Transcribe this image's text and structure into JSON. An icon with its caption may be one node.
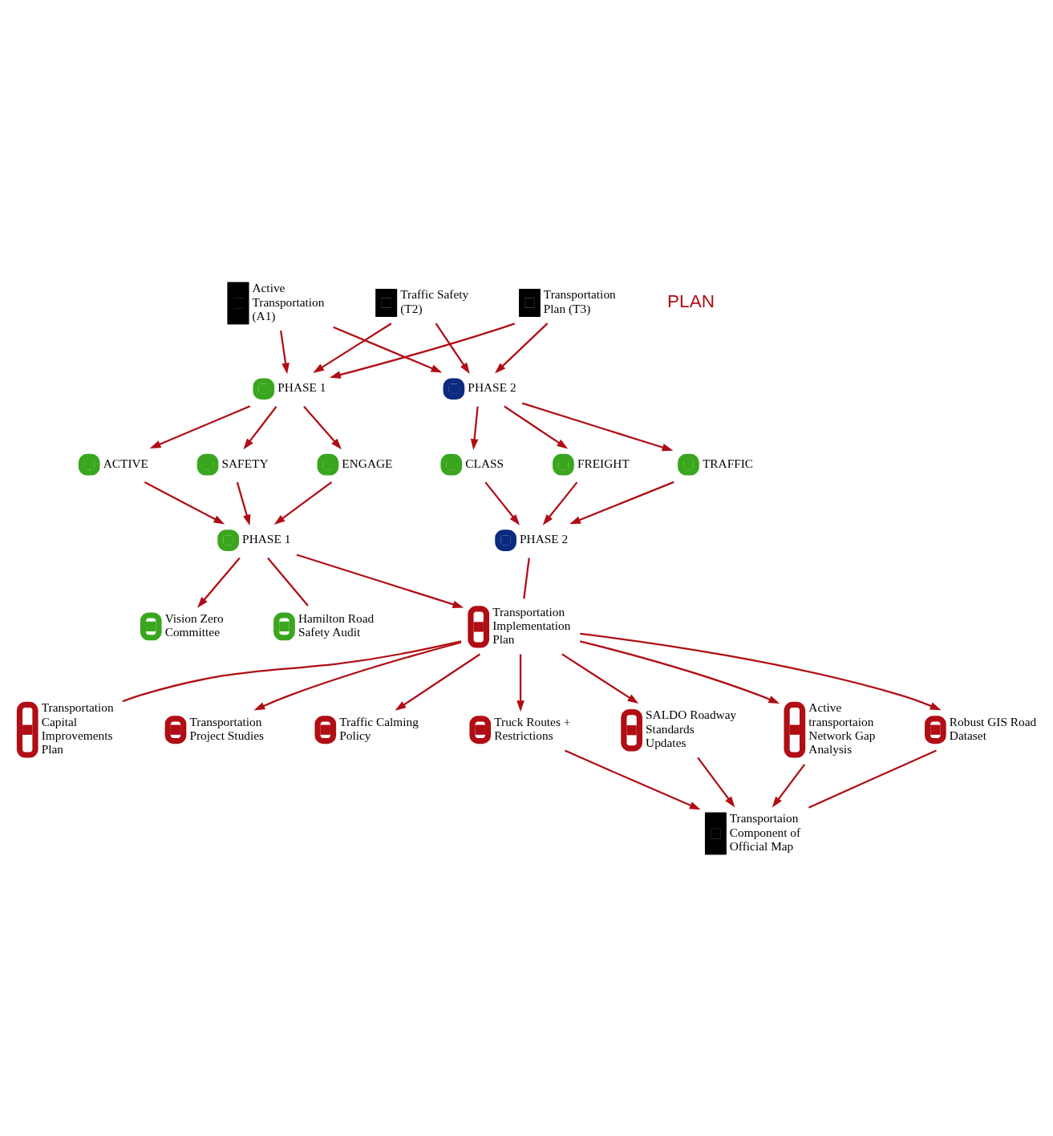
{
  "diagram": {
    "nodes": [
      {
        "text": [
          "Active Transportation (A1)"
        ]
      },
      {
        "text": [
          "Traffic Safety (T2)"
        ]
      },
      {
        "text": [
          "Transportation Plan (T3)"
        ]
      },
      {
        "text": [
          "PHASE 1"
        ]
      },
      {
        "text": [
          "ACTIVE"
        ]
      },
      {
        "text": [
          "SAFETY"
        ]
      },
      {
        "text": [
          "ENGAGE"
        ]
      },
      {
        "text": [
          "PHASE 1"
        ]
      },
      {
        "text": [
          "Hamilton Road Safety Audit"
        ]
      },
      {
        "text": [
          "Vision Zero Committee"
        ]
      },
      {
        "text": [
          "PHASE 2"
        ]
      },
      {
        "text": [
          "CLASS"
        ]
      },
      {
        "text": [
          "FREIGHT"
        ]
      },
      {
        "text": [
          "TRAFFIC"
        ]
      },
      {
        "text": [
          "PHASE 2"
        ]
      },
      {
        "text": [
          "Transportation Implementation Plan"
        ]
      },
      {
        "text": [
          "Transportation Capital Improvements Plan"
        ]
      },
      {
        "text": [
          "Transportation Project Studies"
        ]
      },
      {
        "text": [
          "Traffic Calming Policy"
        ]
      },
      {
        "text": [
          "Robust GIS Road Dataset"
        ]
      },
      {
        "text": [
          "Truck Routes + Restrictions"
        ]
      },
      {
        "text": [
          "SALDO Roadway Standards Updates"
        ]
      },
      {
        "text": [
          "Active transportaion Network Gap Analysis"
        ]
      },
      {
        "text": [
          "Transportaion Component of Official Map"
        ]
      }
    ],
    "edges": [
      {
        "from": 0,
        "to": 3,
        "arrow": "to"
      },
      {
        "from": 1,
        "to": 3,
        "arrow": "to"
      },
      {
        "from": 2,
        "to": 3,
        "arrow": "to"
      },
      {
        "from": 0,
        "to": 10,
        "arrow": "to"
      },
      {
        "from": 1,
        "to": 10,
        "arrow": "to"
      },
      {
        "from": 2,
        "to": 10,
        "arrow": "to"
      },
      {
        "from": 3,
        "to": 4,
        "arrow": "to"
      },
      {
        "from": 3,
        "to": 5,
        "arrow": "to"
      },
      {
        "from": 3,
        "to": 6,
        "arrow": "to"
      },
      {
        "from": 4,
        "to": 7,
        "arrow": "to"
      },
      {
        "from": 5,
        "to": 7,
        "arrow": "to"
      },
      {
        "from": 6,
        "to": 7,
        "arrow": "to"
      },
      {
        "from": 7,
        "to": 8,
        "arrow": "none"
      },
      {
        "from": 7,
        "to": 9,
        "arrow": "to"
      },
      {
        "from": 7,
        "to": 15,
        "arrow": "to"
      },
      {
        "from": 10,
        "to": 11,
        "arrow": "to"
      },
      {
        "from": 10,
        "to": 12,
        "arrow": "to"
      },
      {
        "from": 10,
        "to": 13,
        "arrow": "to"
      },
      {
        "from": 11,
        "to": 14,
        "arrow": "to"
      },
      {
        "from": 12,
        "to": 14,
        "arrow": "to"
      },
      {
        "from": 13,
        "to": 14,
        "arrow": "to"
      },
      {
        "from": 14,
        "to": 15,
        "arrow": "none"
      },
      {
        "from": 15,
        "to": 16,
        "arrow": "none"
      },
      {
        "from": 15,
        "to": 17,
        "arrow": "to"
      },
      {
        "from": 15,
        "to": 18,
        "arrow": "to"
      },
      {
        "from": 15,
        "to": 19,
        "arrow": "to"
      },
      {
        "from": 15,
        "to": 20,
        "arrow": "to"
      },
      {
        "from": 15,
        "to": 21,
        "arrow": "to"
      },
      {
        "from": 15,
        "to": 22,
        "arrow": "to"
      },
      {
        "from": 19,
        "to": 23,
        "arrow": "none"
      },
      {
        "from": 20,
        "to": 23,
        "arrow": "to"
      },
      {
        "from": 21,
        "to": 23,
        "arrow": "to"
      },
      {
        "from": 22,
        "to": 23,
        "arrow": "to"
      }
    ],
    "labels": [
      "PLAN"
    ]
  }
}
